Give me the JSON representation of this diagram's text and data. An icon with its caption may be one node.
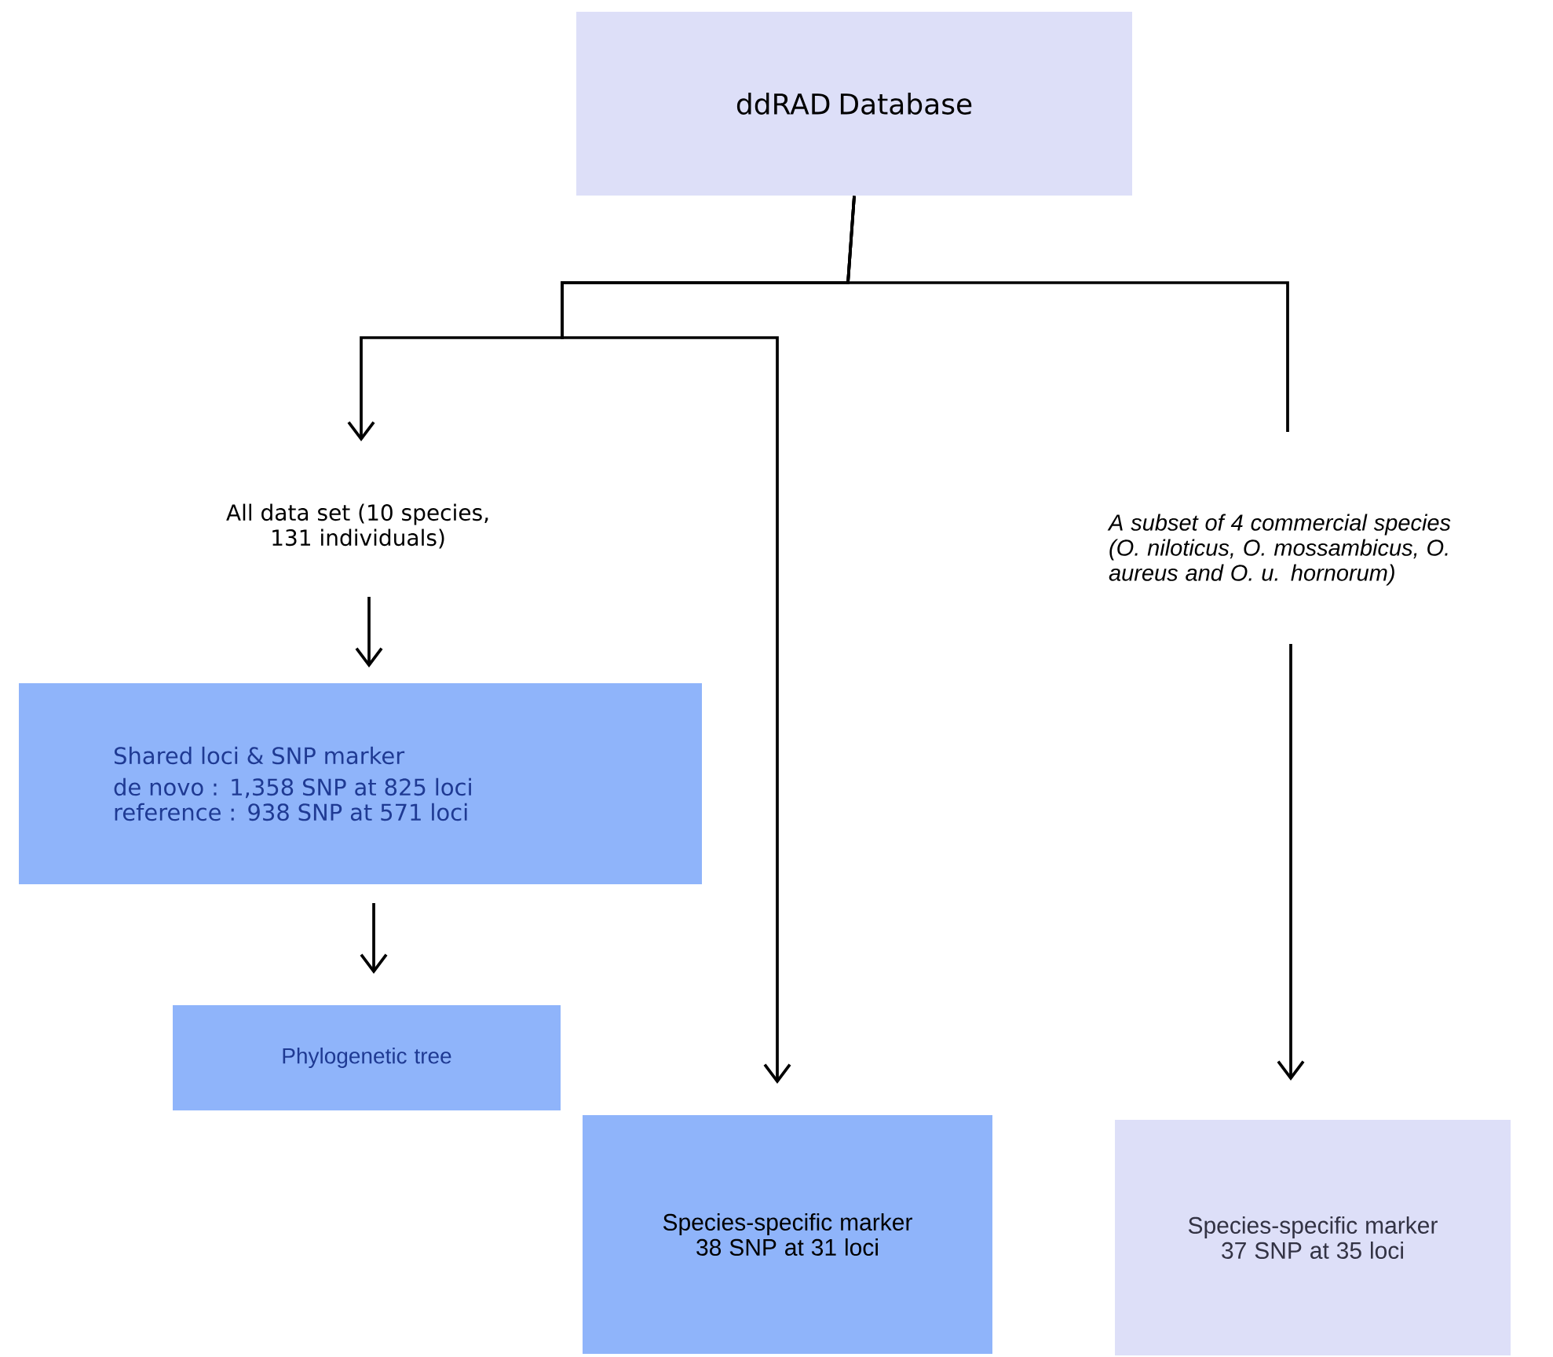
{
  "diagram": {
    "nodes": [
      {
        "text": [
          "ddRAD Database"
        ]
      },
      {
        "text": [
          "All data set (10 species, 131 individuals)"
        ]
      },
      {
        "text": [
          "Shared loci & SNP marker",
          "de novo : 1,358 SNP at 825 loci",
          "reference : 938 SNP at 571 loci"
        ]
      },
      {
        "text": [
          "Phylogenetic tree"
        ]
      },
      {
        "text": [
          "Species-specific marker",
          "38 SNP at 31 loci"
        ]
      },
      {
        "text": [
          "A subset of 4 commercial species (O. niloticus, O. mossambicus, O. aureus and O. u. hornorum)"
        ]
      },
      {
        "text": [
          "Species-specific marker",
          "37 SNP at 35 loci"
        ]
      }
    ],
    "edges": [
      {
        "from": 0,
        "to": 1,
        "arrow": "to"
      },
      {
        "from": 0,
        "to": 4,
        "arrow": "to"
      },
      {
        "from": 0,
        "to": 5,
        "arrow": "none"
      },
      {
        "from": 1,
        "to": 2,
        "arrow": "to"
      },
      {
        "from": 2,
        "to": 3,
        "arrow": "to"
      },
      {
        "from": 5,
        "to": 6,
        "arrow": "to"
      }
    ]
  }
}
